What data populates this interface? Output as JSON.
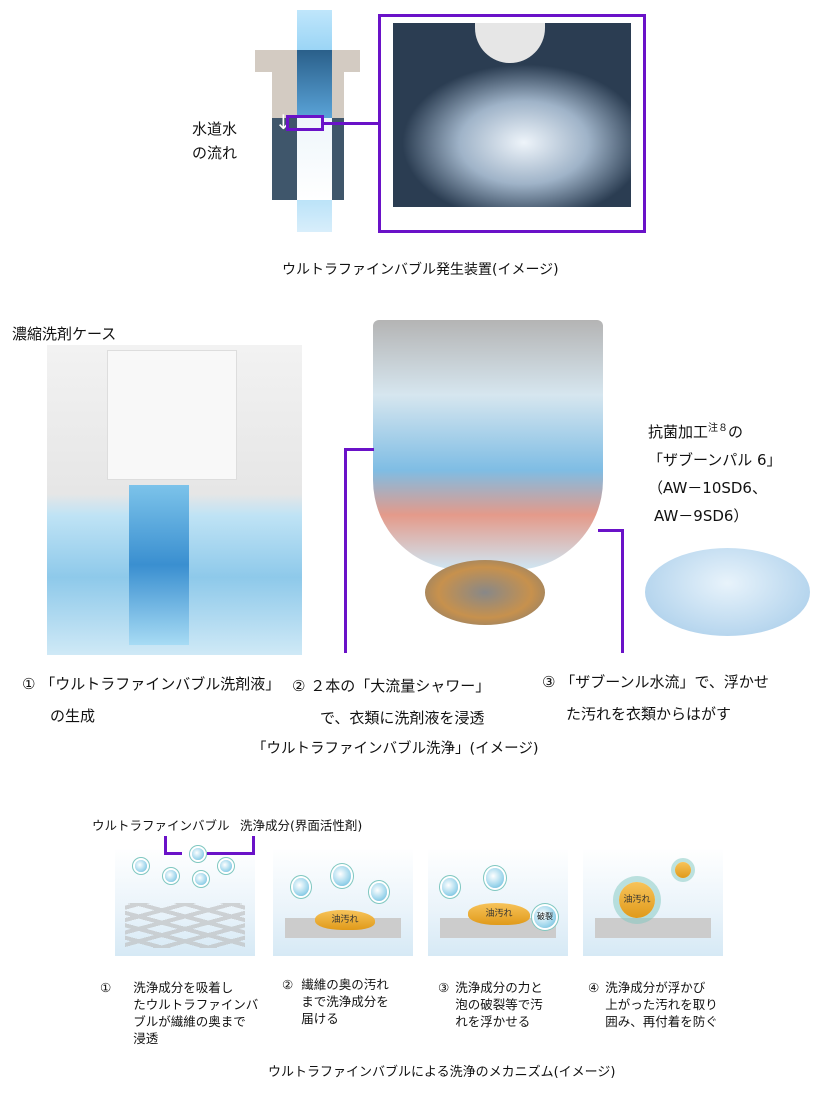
{
  "section1": {
    "flow_label": [
      "水道水",
      "の流れ"
    ],
    "caption": "ウルトラファインバブル発生装置(イメージ)"
  },
  "section2": {
    "case_label": "濃縮洗剤ケース",
    "pulsator_note": {
      "line1": "抗菌加工",
      "note_mark": "注８",
      "line1_end": "の",
      "line2": "「ザブーンパル 6」",
      "line3": "（AW－10SD6、",
      "line4": "AW－9SD6）"
    },
    "steps": [
      {
        "num": "①",
        "text": "「ウルトラファインバブル洗剤液」",
        "text2": "の生成"
      },
      {
        "num": "②",
        "text": "２本の「大流量シャワー」",
        "text2": "で、衣類に洗剤液を浸透"
      },
      {
        "num": "③",
        "text": "「ザブーンル水流」で、浮かせ",
        "text2": "た汚れを衣類からはがす"
      }
    ],
    "caption": "「ウルトラファインバブル洗浄」(イメージ)"
  },
  "section3": {
    "label_bubble": "ウルトラファインバブル",
    "label_surfactant": "洗浄成分(界面活性剤)",
    "soil_label": "油汚れ",
    "burst_label": "破裂",
    "steps": [
      {
        "num": "①",
        "text": "洗浄成分を吸着し\nたウルトラファインバ\nブルが繊維の奥まで\n浸透"
      },
      {
        "num": "②",
        "text": "繊維の奥の汚れ\nまで洗浄成分を\n届ける"
      },
      {
        "num": "③",
        "text": "洗浄成分の力と\n泡の破裂等で汚\nれを浮かせる"
      },
      {
        "num": "④",
        "text": "洗浄成分が浮かび\n上がった汚れを取り\n囲み、再付着を防ぐ"
      }
    ],
    "caption": "ウルトラファインバブルによる洗浄のメカニズム(イメージ)"
  },
  "colors": {
    "accent": "#6a12c8",
    "water": "#8fd0f0",
    "soil": "#e9a928"
  }
}
